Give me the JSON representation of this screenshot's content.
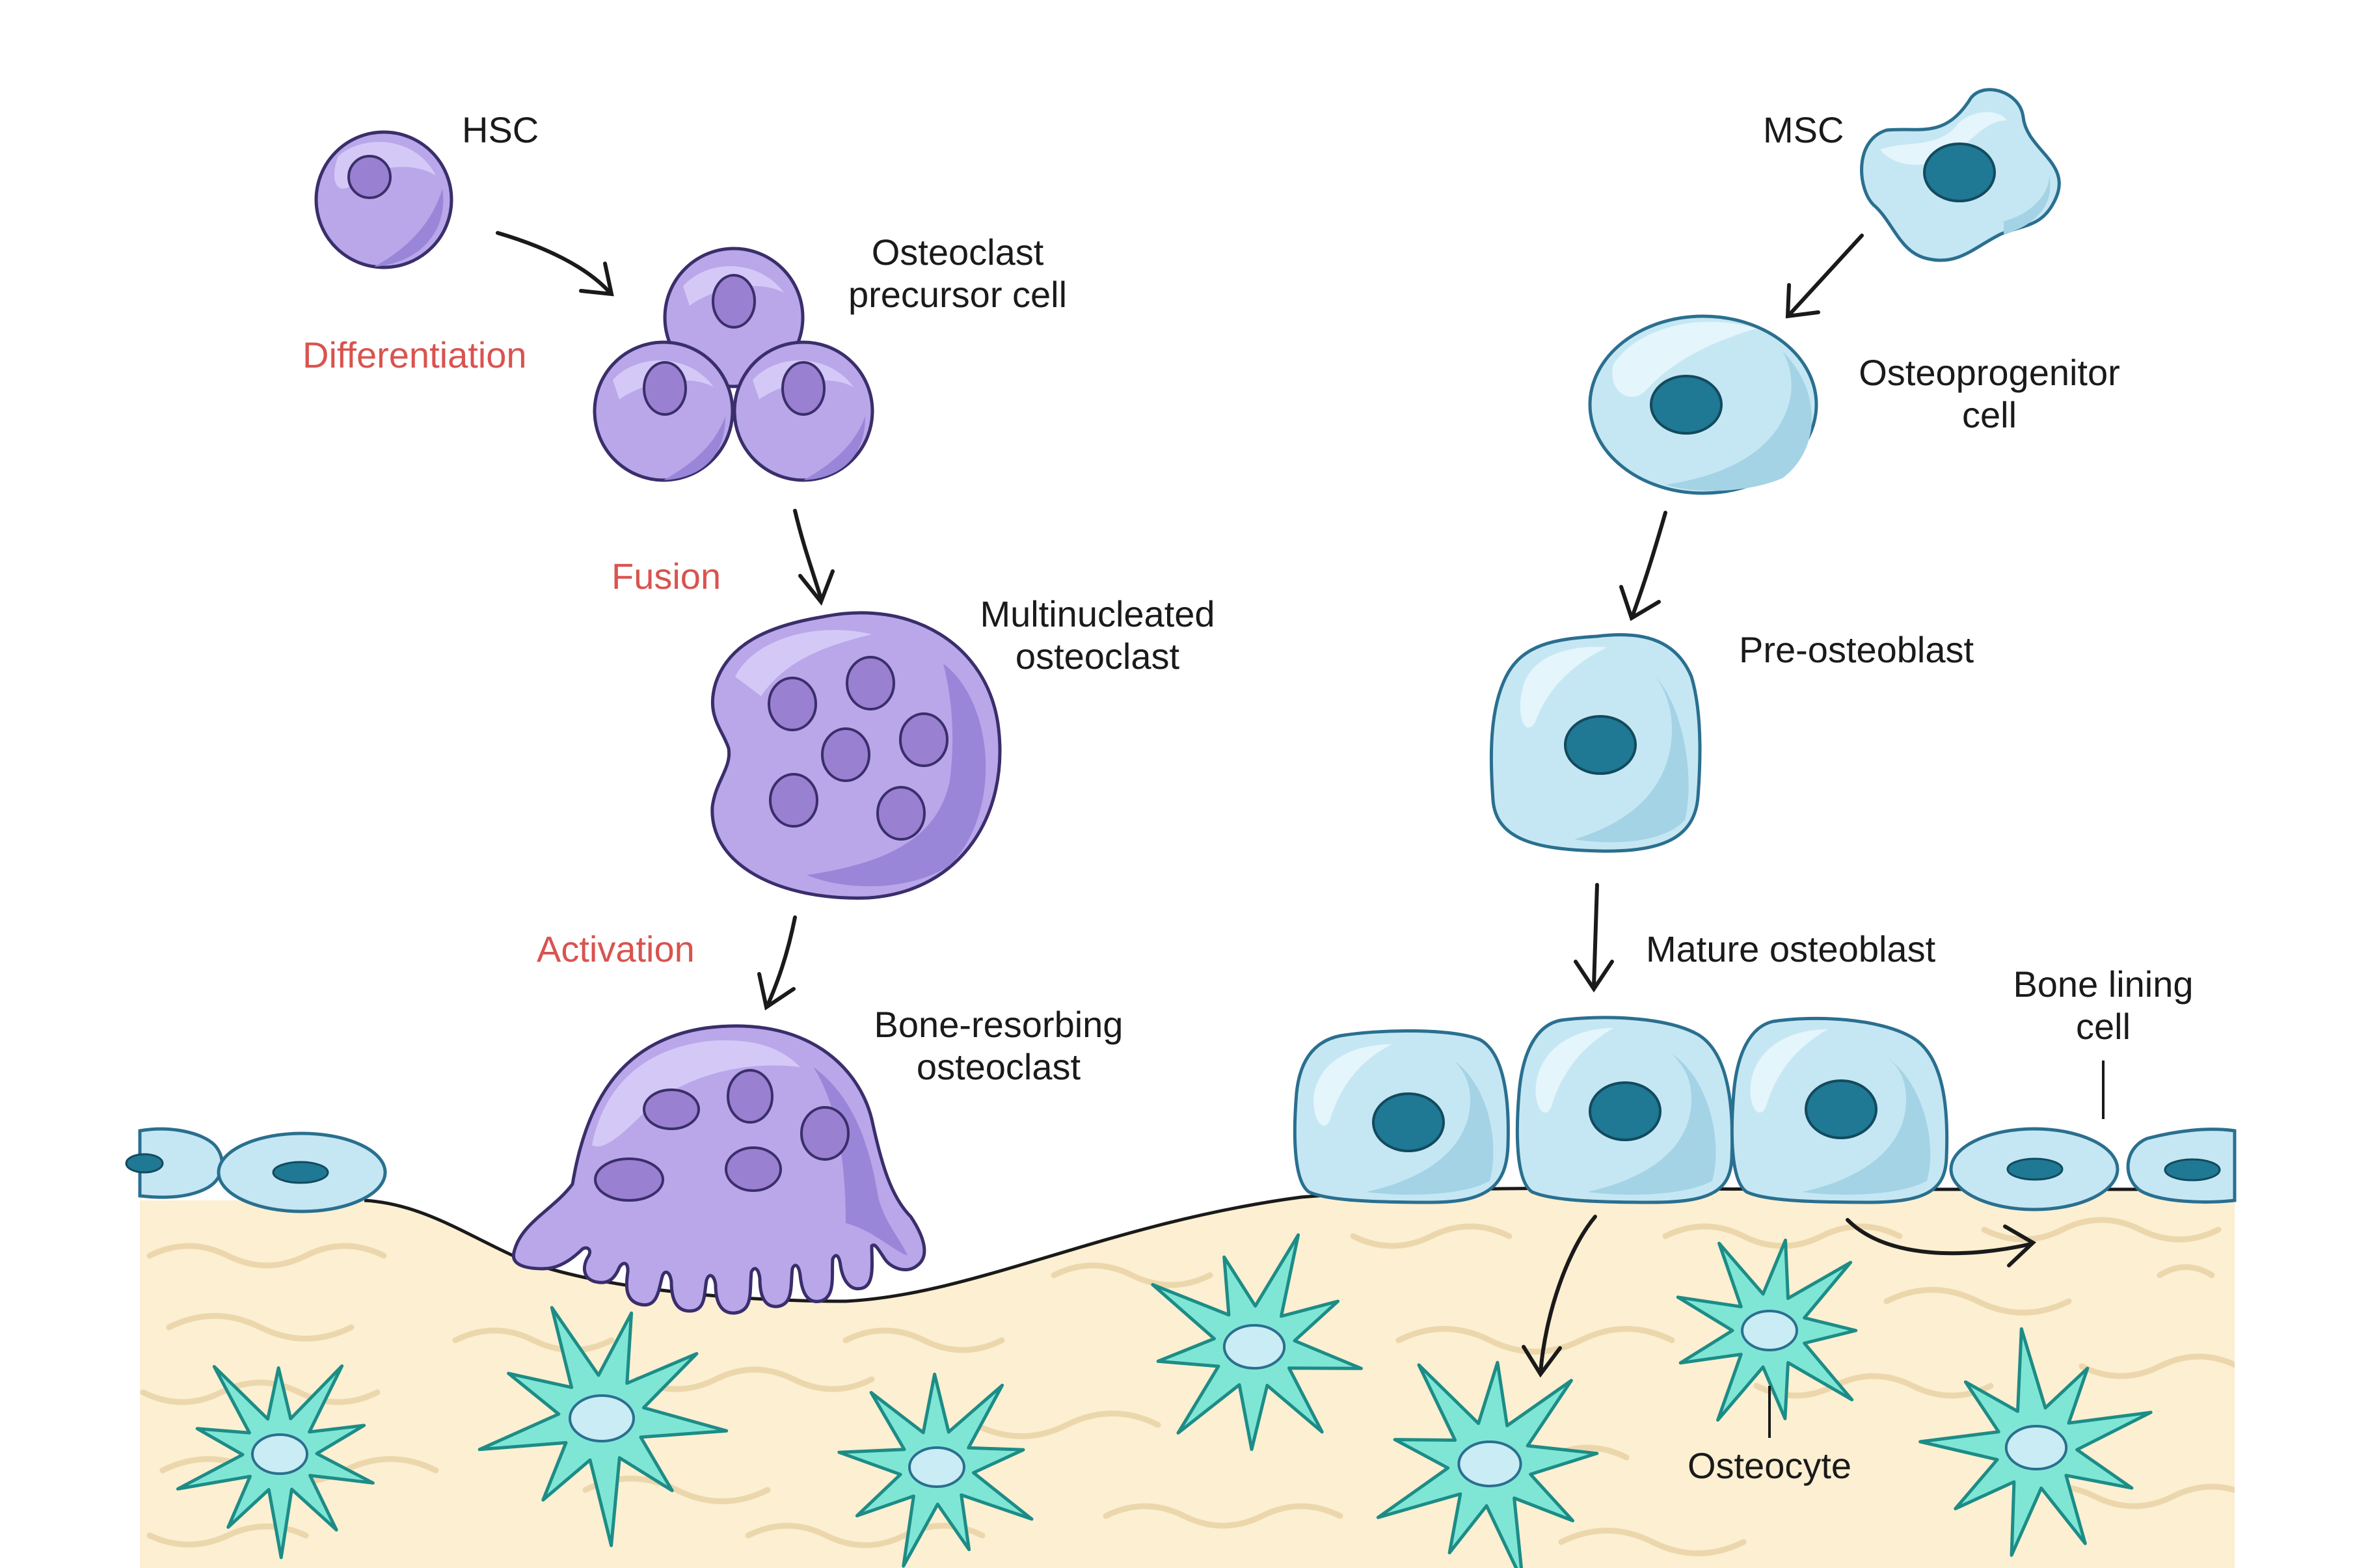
{
  "title": "Bone remodeling: osteoclast and osteoblast lineages",
  "colors": {
    "process_label": "#d9534f",
    "text": "#1a1a1a",
    "bone": "#fcefd2",
    "bone_fiber": "#ecd7ad",
    "osteoclast_fill": "#b9a7ea",
    "osteoclast_light": "#d4c9f6",
    "osteoclast_shade": "#9a86d8",
    "osteoclast_stroke": "#3a2e6b",
    "osteoclast_nucleus": "#9a80d0",
    "osteoblast_fill": "#c5e7f3",
    "osteoblast_light": "#e4f5fb",
    "osteoblast_shade": "#a4d3e6",
    "osteoblast_stroke": "#2a6f8f",
    "osteoblast_nucleus": "#1f7894",
    "osteocyte_fill": "#7fe6d6",
    "osteocyte_stroke": "#1d8c86",
    "osteocyte_nucleus": "#c9ecf5"
  },
  "osteoclast_lineage": {
    "hsc": "HSC",
    "differentiation": "Differentiation",
    "precursor": [
      "Osteoclast",
      "precursor cell"
    ],
    "fusion": "Fusion",
    "multinucleated": [
      "Multinucleated",
      "osteoclast"
    ],
    "activation": "Activation",
    "bone_resorbing": [
      "Bone-resorbing",
      "osteoclast"
    ]
  },
  "osteoblast_lineage": {
    "msc": "MSC",
    "osteoprogenitor": [
      "Osteoprogenitor",
      "cell"
    ],
    "pre_osteoblast": "Pre-osteoblast",
    "mature_osteoblast": "Mature osteoblast",
    "bone_lining_cell": [
      "Bone lining",
      "cell"
    ],
    "osteocyte": "Osteocyte"
  }
}
